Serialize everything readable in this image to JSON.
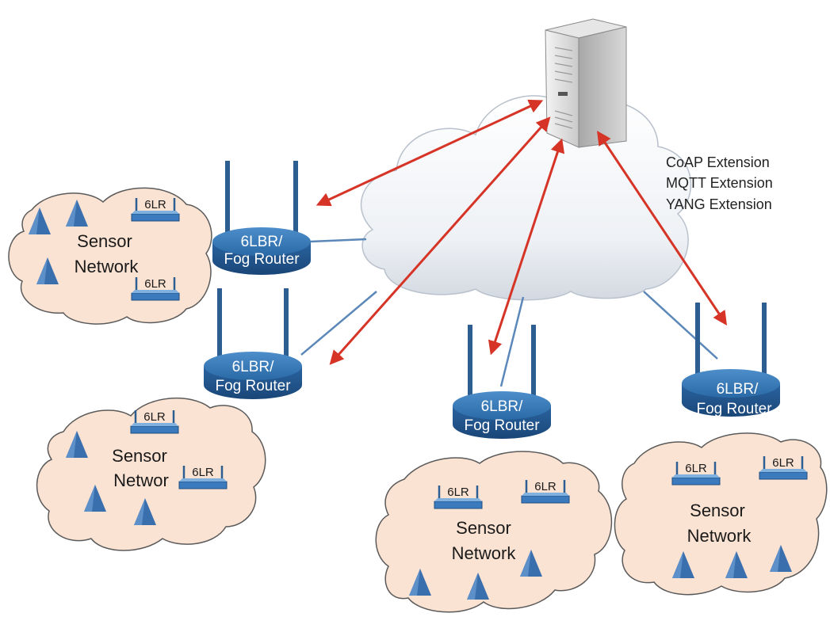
{
  "colors": {
    "arrow": "#d63427",
    "link_line": "#5b88b8",
    "router_blue": "#2f6fa8",
    "sensor_cloud": "#fbe3d3",
    "sensor_cloud_edge": "#5a5a5a",
    "core_cloud": "#eef2f6",
    "antenna": "#2d5e92",
    "triangle": "#3a6fae"
  },
  "server": {
    "icon": "server-tower-icon"
  },
  "extensions": [
    "CoAP Extension",
    "MQTT Extension",
    "YANG Extension"
  ],
  "routers": [
    {
      "line1": "6LBR/",
      "line2": "Fog Router"
    },
    {
      "line1": "6LBR/",
      "line2": "Fog Router"
    },
    {
      "line1": "6LBR/",
      "line2": "Fog Router"
    },
    {
      "line1": "6LBR/",
      "line2": "Fog Router"
    }
  ],
  "sensor_networks": [
    {
      "line1": "Sensor",
      "line2": "Network"
    },
    {
      "line1": "Sensor",
      "line2": "Networ"
    },
    {
      "line1": "Sensor",
      "line2": "Network"
    },
    {
      "line1": "Sensor",
      "line2": "Network"
    }
  ],
  "lr_label": "6LR"
}
